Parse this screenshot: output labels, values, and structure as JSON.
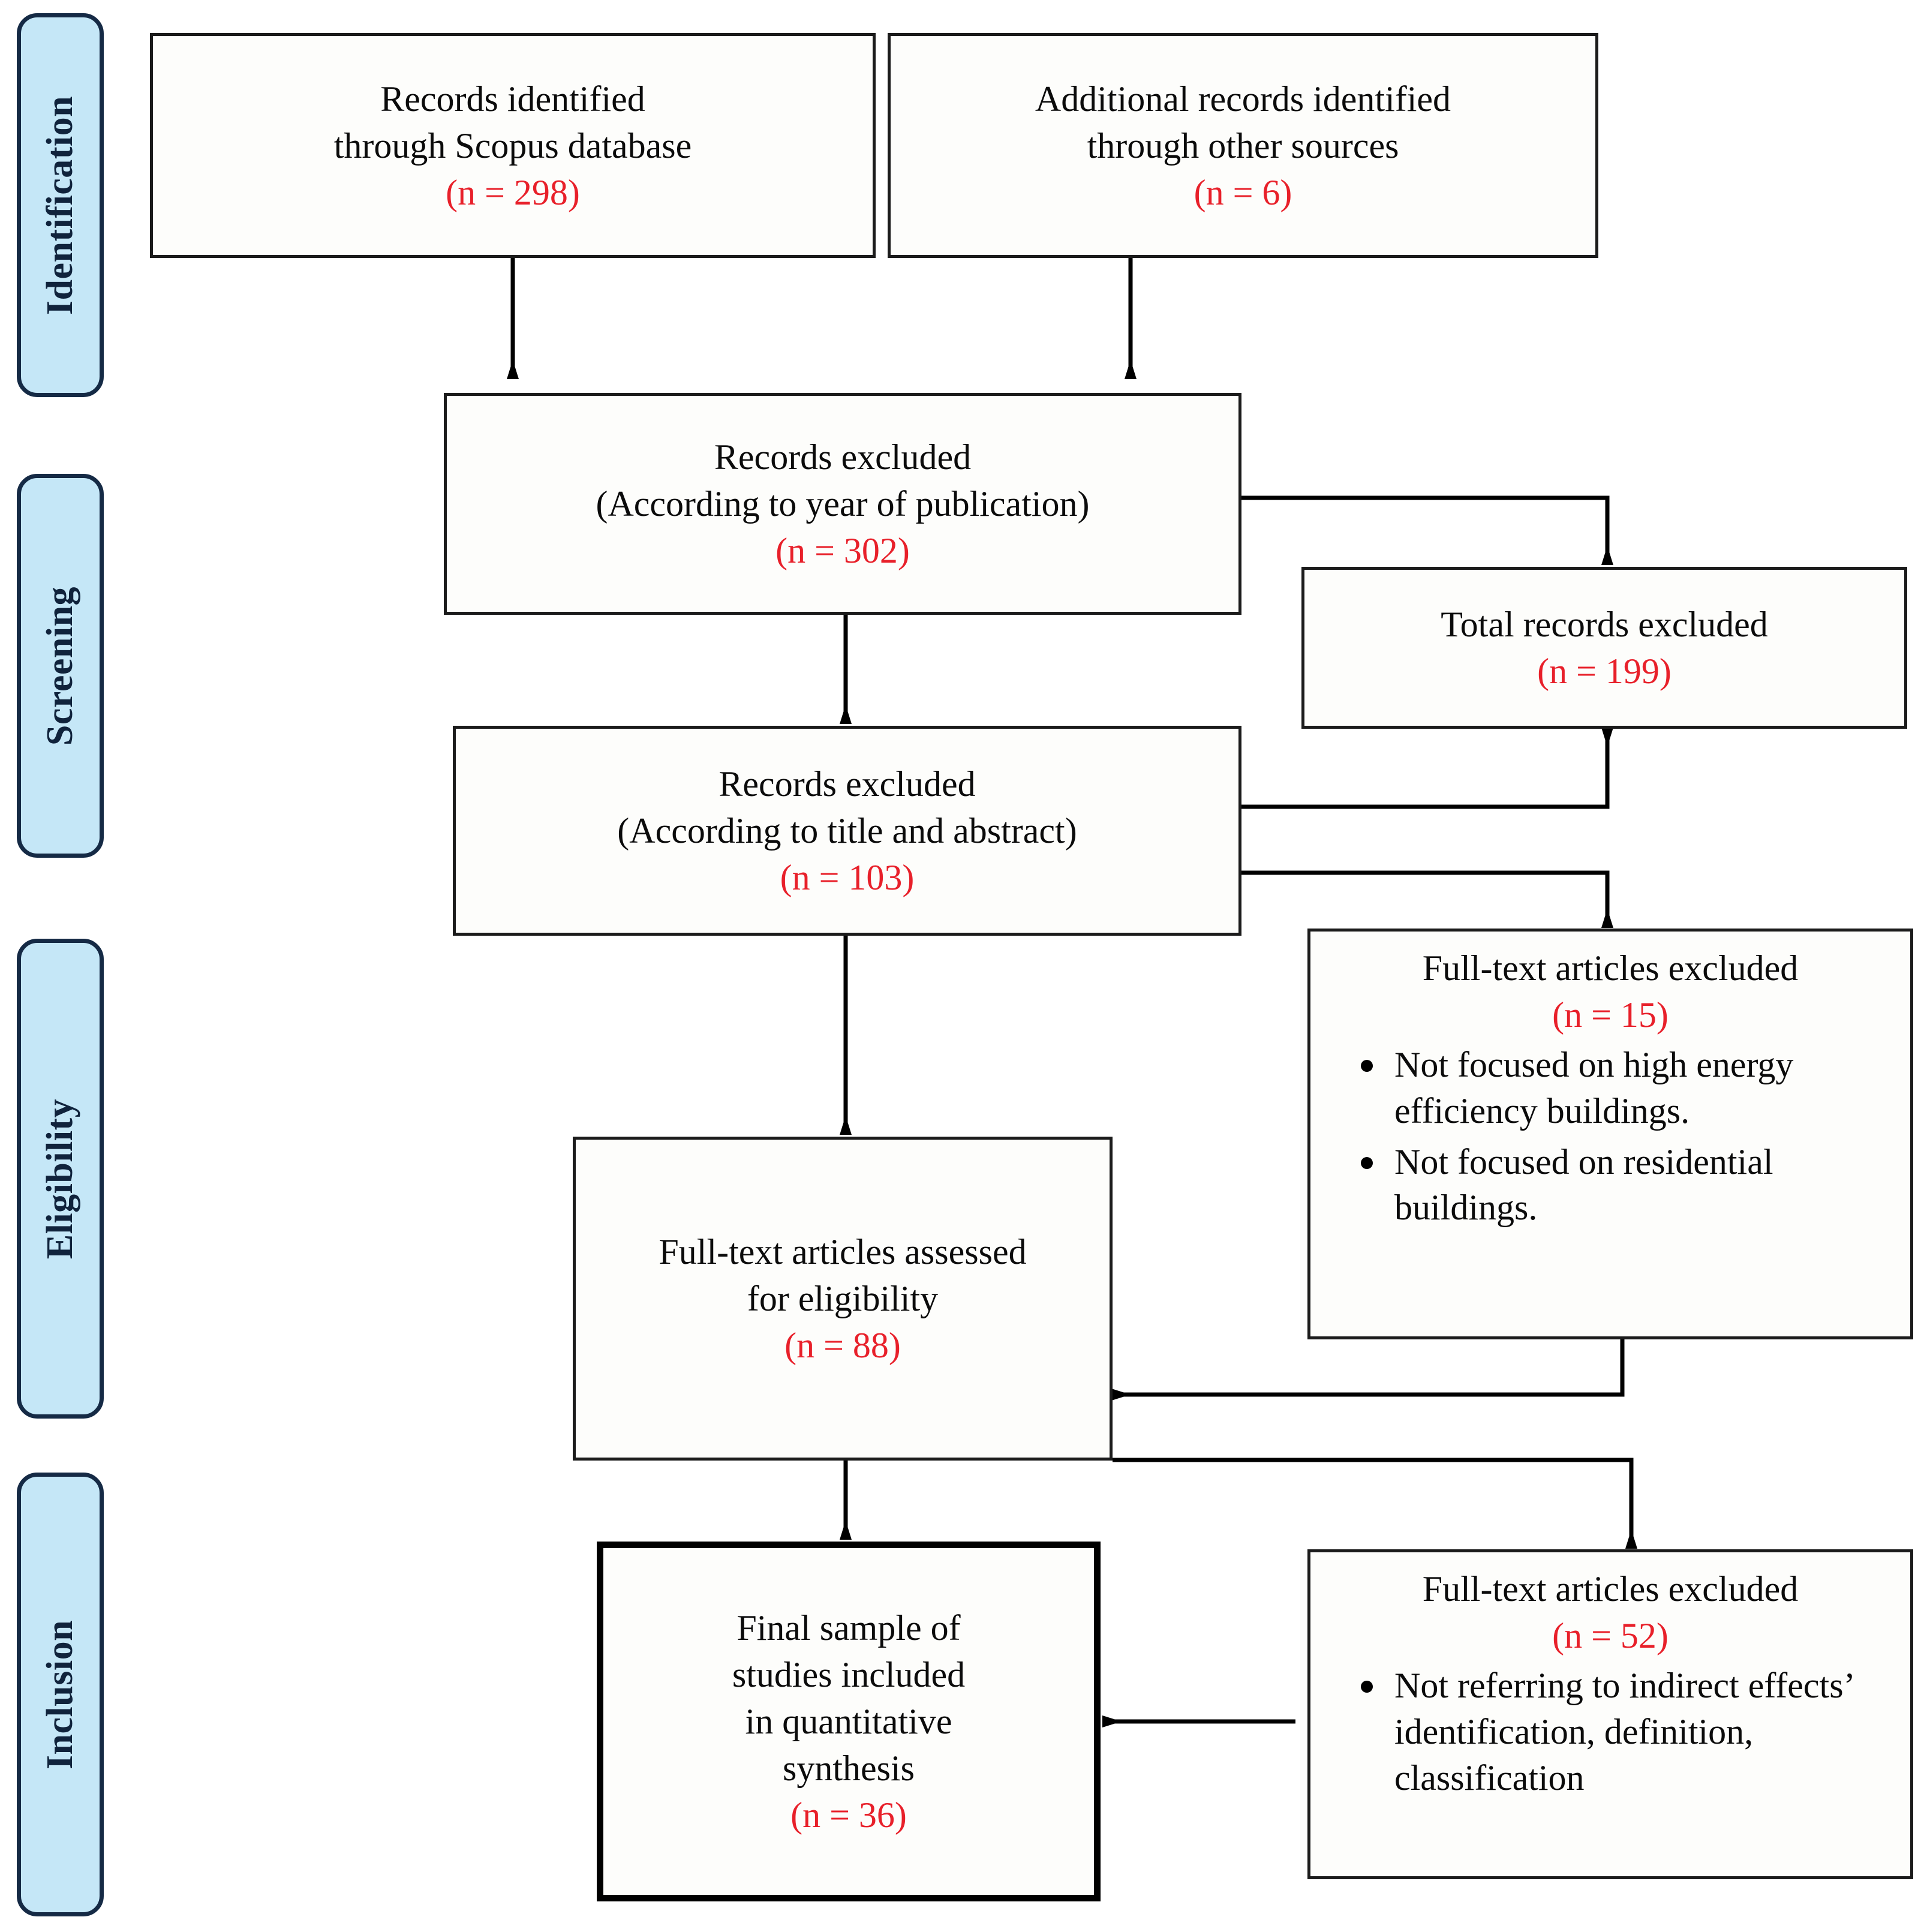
{
  "diagram": {
    "type": "prisma-flow-diagram",
    "accent_red": "#e8202a",
    "stage_fill": "#c5e7f7",
    "stage_border": "#152a45"
  },
  "stages": [
    {
      "id": "identification",
      "label": "Identification"
    },
    {
      "id": "screening",
      "label": "Screening"
    },
    {
      "id": "eligibility",
      "label": "Eligibility"
    },
    {
      "id": "inclusion",
      "label": "Inclusion"
    }
  ],
  "boxes": {
    "records_identified": {
      "line1": "Records identified",
      "line2": "through Scopus database",
      "count": "(n = 298)"
    },
    "additional_records": {
      "line1": "Additional records identified",
      "line2": "through other sources",
      "count": "(n = 6)"
    },
    "excluded_year": {
      "line1": "Records excluded",
      "line2": "(According  to year of publication)",
      "count": "(n = 302)"
    },
    "total_excluded": {
      "line1": "Total records excluded",
      "count": "(n = 199)"
    },
    "excluded_title_abstract": {
      "line1": "Records excluded",
      "line2": "(According  to title and abstract)",
      "count": "(n = 103)"
    },
    "fulltext_excluded_15": {
      "line1": "Full-text articles excluded",
      "count": "(n = 15)",
      "bullets": [
        "Not focused on high energy efficiency buildings.",
        "Not focused on residential buildings."
      ]
    },
    "fulltext_assessed": {
      "line1": "Full-text articles assessed",
      "line2": "for eligibility",
      "count": "(n = 88)"
    },
    "fulltext_excluded_52": {
      "line1": "Full-text articles excluded",
      "count": "(n = 52)",
      "bullets": [
        "Not referring to indirect effects’ identification, definition, classification"
      ]
    },
    "final_sample": {
      "line1": "Final sample of",
      "line2": "studies included",
      "line3": "in quantitative",
      "line4": "synthesis",
      "count": "(n = 36)"
    }
  },
  "chart_data": {
    "type": "table",
    "title": "PRISMA flow of study selection",
    "categories": [
      "Records identified through Scopus database",
      "Additional records identified through other sources",
      "Records excluded (According to year of publication)",
      "Records excluded (According to title and abstract)",
      "Total records excluded",
      "Full-text articles excluded (screening stage)",
      "Full-text articles assessed for eligibility",
      "Full-text articles excluded (eligibility stage)",
      "Final sample of studies included in quantitative synthesis"
    ],
    "values": [
      298,
      6,
      302,
      103,
      199,
      15,
      88,
      52,
      36
    ]
  }
}
